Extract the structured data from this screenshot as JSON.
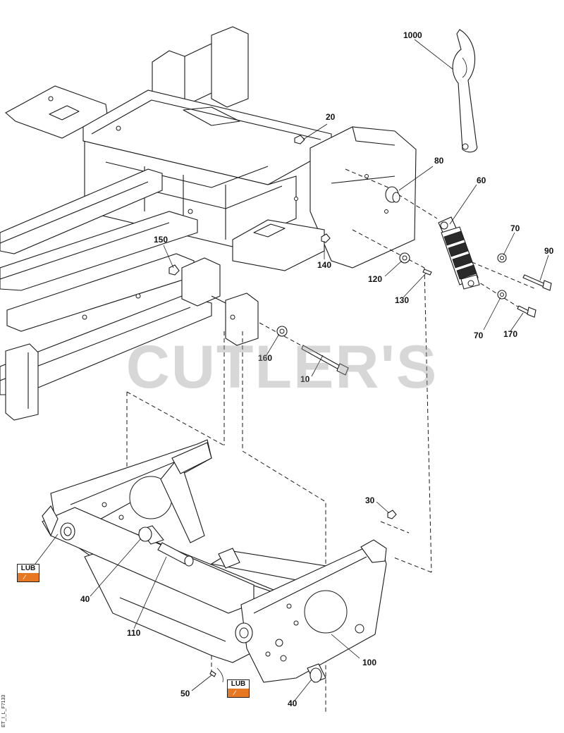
{
  "diagram": {
    "watermark": "CUTLER'S",
    "drawing_code": "ET_I_L_F7133",
    "lub_label": "LUB",
    "callouts": [
      "1000",
      "20",
      "80",
      "60",
      "150",
      "140",
      "70",
      "90",
      "120",
      "130",
      "70",
      "170",
      "160",
      "10",
      "30",
      "40",
      "110",
      "100",
      "50",
      "40"
    ]
  }
}
